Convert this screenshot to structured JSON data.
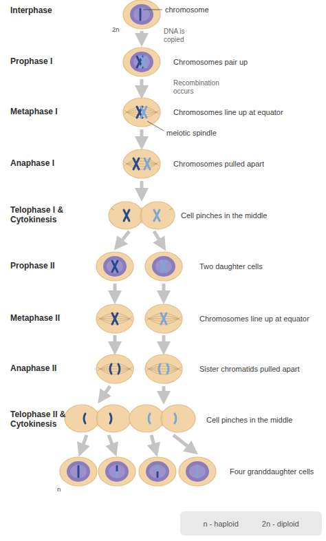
{
  "diagram": {
    "nodes": [
      {
        "text": [
          "n - haploid",
          "2n - diploid"
        ]
      }
    ],
    "labels": [
      "Interphase",
      "chromosome",
      "2n",
      "DNA is copied",
      "Prophase I",
      "Chromosomes pair up",
      "Recombination occurs",
      "Metaphase I",
      "Chromosomes line up at equator",
      "meiotic spindle",
      "Anaphase I",
      "Chromosomes pulled apart",
      "Telophase I & Cytokinesis",
      "Cell pinches in the middle",
      "Prophase II",
      "Two daughter cells",
      "Metaphase II",
      "Chromosomes line up at equator",
      "Anaphase II",
      "Sister chromatids pulled apart",
      "Telophase II & Cytokinesis",
      "Cell pinches in the middle",
      "Four granddaughter cells",
      "n"
    ]
  }
}
